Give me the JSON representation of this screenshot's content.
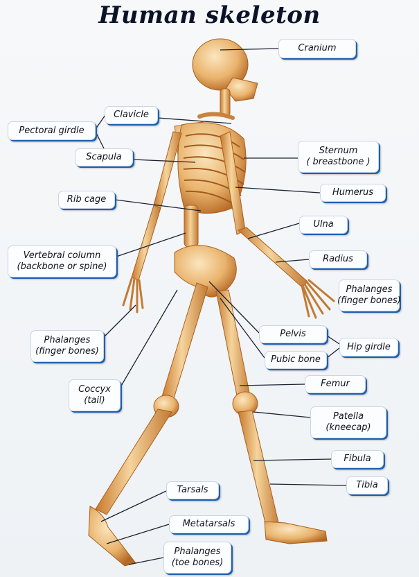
{
  "title": "Human skeleton",
  "colors": {
    "bone": "#e8b36a",
    "bone_dark": "#b86a23",
    "leader": "#1b2333",
    "label_shadow": "#1d5fb0"
  },
  "labels": {
    "cranium": [
      "Cranium"
    ],
    "clavicle": [
      "Clavicle"
    ],
    "pectoral_girdle": [
      "Pectoral girdle"
    ],
    "scapula": [
      "Scapula"
    ],
    "sternum": [
      "Sternum",
      "( breastbone )"
    ],
    "humerus": [
      "Humerus"
    ],
    "rib_cage": [
      "Rib cage"
    ],
    "ulna": [
      "Ulna"
    ],
    "vertebral_column": [
      "Vertebral column",
      "(backbone or spine)"
    ],
    "radius": [
      "Radius"
    ],
    "phalanges_finger_right": [
      "Phalanges",
      "(finger bones)"
    ],
    "phalanges_finger_left": [
      "Phalanges",
      "(finger bones)"
    ],
    "pelvis": [
      "Pelvis"
    ],
    "hip_girdle": [
      "Hip girdle"
    ],
    "pubic_bone": [
      "Pubic bone"
    ],
    "coccyx": [
      "Coccyx",
      "(tail)"
    ],
    "femur": [
      "Femur"
    ],
    "patella": [
      "Patella",
      "(kneecap)"
    ],
    "fibula": [
      "Fibula"
    ],
    "tibia": [
      "Tibia"
    ],
    "tarsals": [
      "Tarsals"
    ],
    "metatarsals": [
      "Metatarsals"
    ],
    "phalanges_toe": [
      "Phalanges",
      "(toe bones)"
    ]
  }
}
